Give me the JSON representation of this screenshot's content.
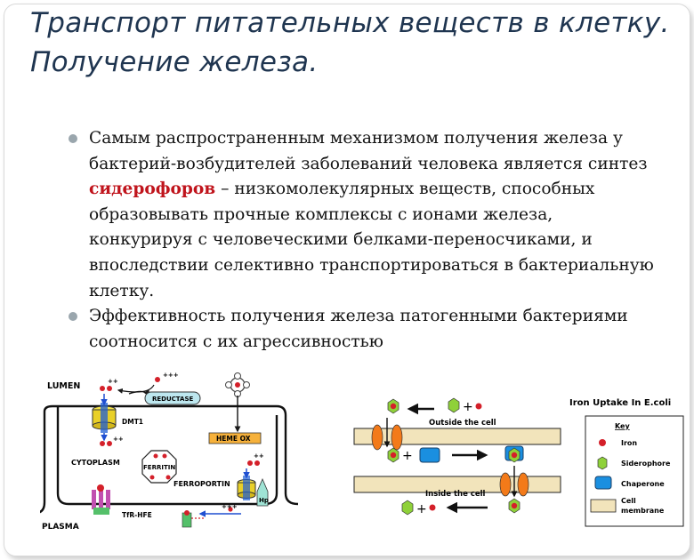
{
  "slide": {
    "title_line1": "Транспорт питательных веществ в клетку.",
    "title_line2": "Получение железа.",
    "bullet1_pre": "Самым распространенным механизмом получения железа у бактерий-возбудителей заболеваний человека является синтез ",
    "bullet1_highlight": "сидерофоров",
    "bullet1_post": " – низкомолекулярных веществ, способных образовывать прочные комплексы с ионами железа, конкурируя  с человеческими белками-переносчиками, и впоследствии селективно транспортироваться в бактериальную клетку.",
    "bullet2": "Эффективность получения железа патогенными бактериями соотносится с их агрессивностью",
    "highlight_color": "#c0141c"
  },
  "figure_left": {
    "lumen": "LUMEN",
    "reductase": "REDUCTASE",
    "dmt1": "DMT1",
    "hemeox": "HEME OX",
    "cytoplasm": "CYTOPLASM",
    "ferritin": "FERRITIN",
    "ferroportin": "FERROPORTIN",
    "hp": "Hp",
    "tfr": "TfR-HFE",
    "plasma": "PLASMA",
    "charge": "+++",
    "charge2": "++"
  },
  "figure_right": {
    "outside": "Outside the cell",
    "inside": "Inside the cell",
    "plus": "+"
  },
  "legend": {
    "title": "Iron Uptake In E.coli",
    "key": "Key",
    "items": [
      "Iron",
      "Siderophore",
      "Chaperone",
      "Cell membrane"
    ]
  }
}
